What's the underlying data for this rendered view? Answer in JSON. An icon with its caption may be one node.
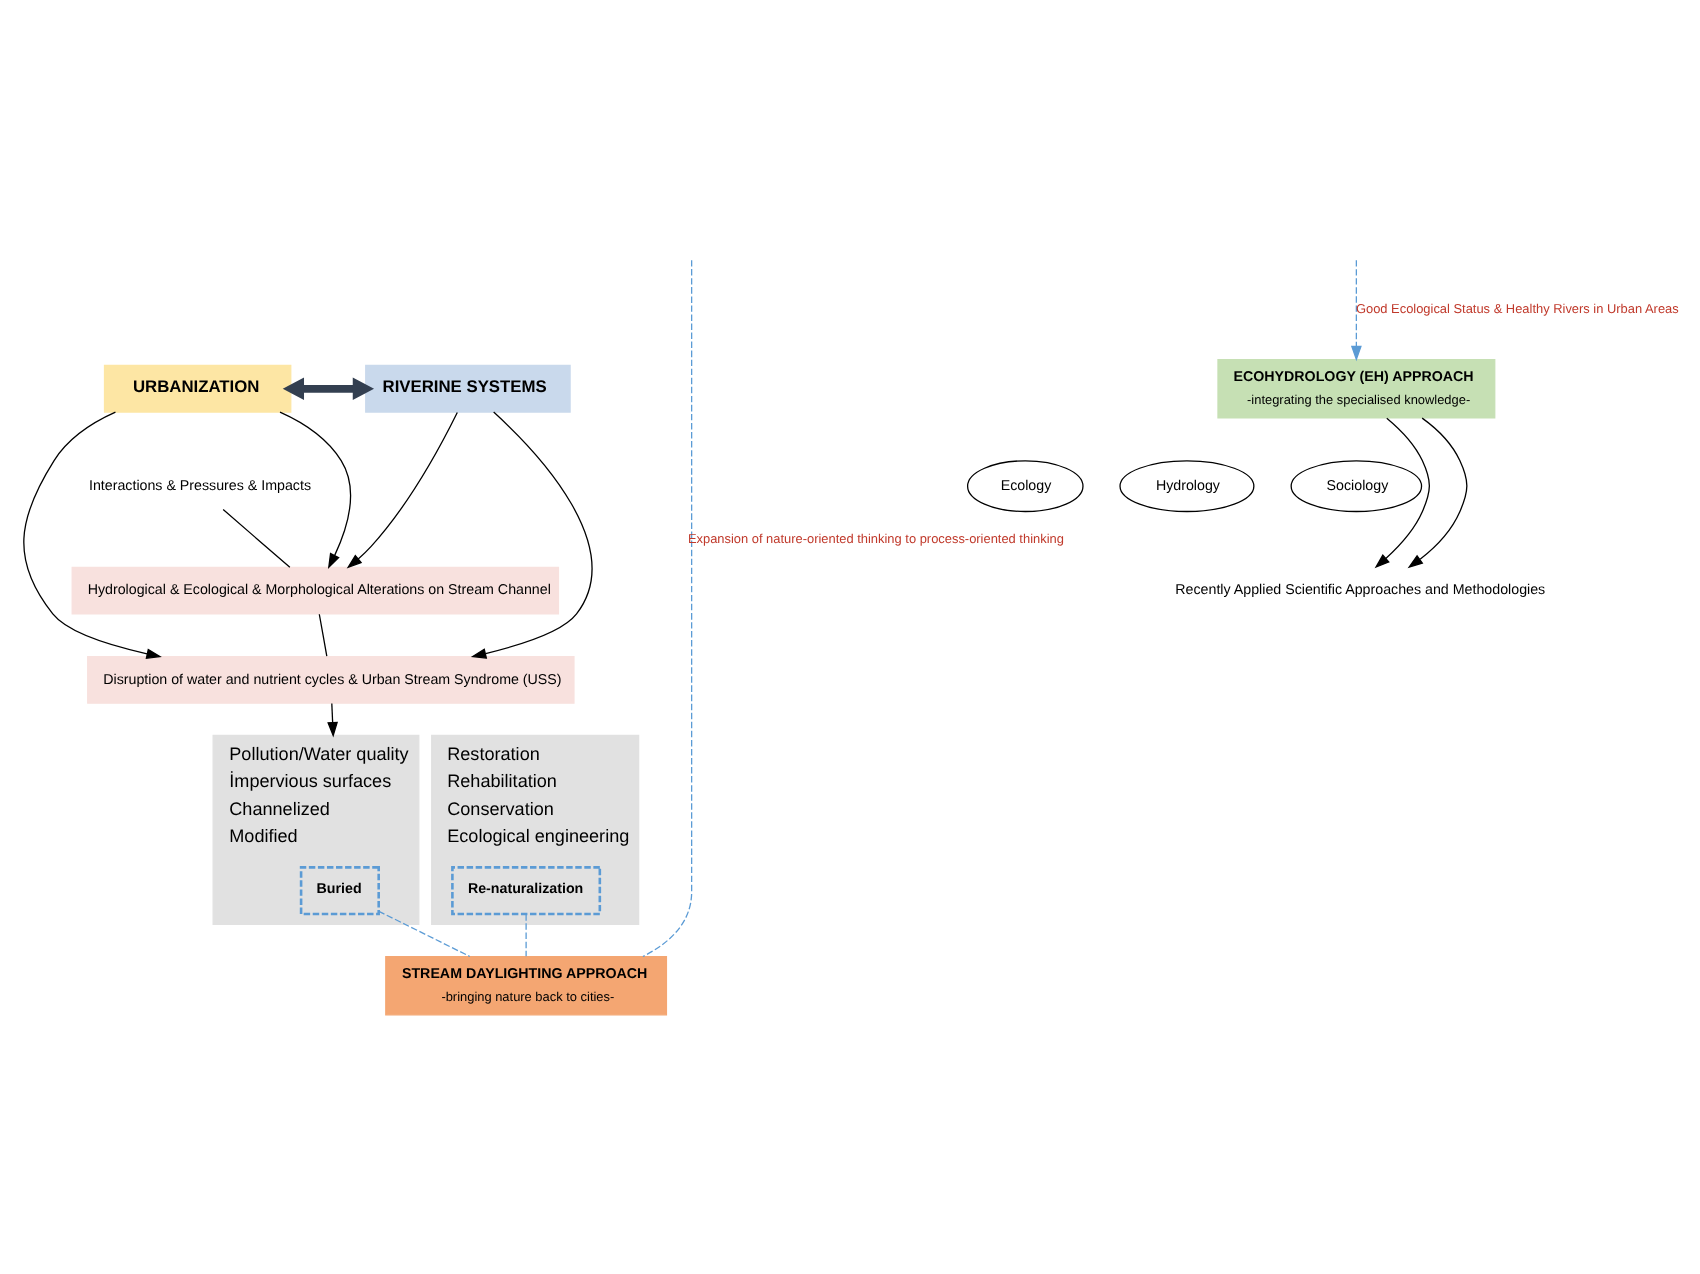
{
  "diagram": {
    "nodes": [
      {
        "text": [
          "URBANIZATION"
        ]
      },
      {
        "text": [
          "RIVERINE SYSTEMS"
        ]
      },
      {
        "text": [
          "Interactions & Pressures & Impacts"
        ]
      },
      {
        "text": [
          "Hydrological & Ecological & Morphological Alterations on Stream Channel"
        ]
      },
      {
        "text": [
          "Disruption of water and nutrient cycles & Urban Stream Syndrome (USS)"
        ]
      },
      {
        "text": [
          "Pollution/Water quality",
          "İmpervious surfaces",
          "Channelized",
          "Modified"
        ]
      },
      {
        "text": [
          "Buried"
        ],
        "in": 5
      },
      {
        "text": [
          "ECOHYDROLOGY (EH) APPROACH",
          "-integrating the specialised knowledge-"
        ]
      },
      {
        "text": [
          "Ecology"
        ]
      },
      {
        "text": [
          "Hydrology"
        ]
      },
      {
        "text": [
          "Sociology"
        ]
      },
      {
        "text": [
          "Recently Applied Scientific Approaches and Methodologies"
        ]
      },
      {
        "text": [
          "Restoration",
          "Rehabilitation",
          "Conservation",
          "Ecological engineering"
        ]
      },
      {
        "text": [
          "Re-naturalization"
        ],
        "in": 12
      },
      {
        "text": [
          "STREAM DAYLIGHTING APPROACH",
          "-bringing nature back to cities-"
        ]
      }
    ],
    "edges": [
      {
        "from": 0,
        "to": 1,
        "arrow": "both",
        "style": "thick",
        "color": "#333f50"
      },
      {
        "from": 0,
        "to": 3,
        "arrow": "to"
      },
      {
        "from": 0,
        "to": 4,
        "arrow": "to"
      },
      {
        "from": 1,
        "to": 3,
        "arrow": "to"
      },
      {
        "from": 1,
        "to": 4,
        "arrow": "to"
      },
      {
        "from": 2,
        "to": 3,
        "arrow": "none"
      },
      {
        "from": 3,
        "to": 4,
        "arrow": "none"
      },
      {
        "from": 4,
        "to": 5,
        "arrow": "to"
      },
      {
        "from": 7,
        "to": 11,
        "arrow": "to"
      },
      {
        "from": 7,
        "to": 11,
        "arrow": "to"
      },
      {
        "from": null,
        "to": 7,
        "arrow": "to",
        "style": "dashed",
        "color": "#5b9bd5",
        "label": "Good Ecological Status & Healthy Rivers in Urban Areas"
      },
      {
        "from": null,
        "to": 14,
        "arrow": "none",
        "style": "dashed",
        "color": "#5b9bd5",
        "label": "Expansion of nature-oriented thinking to process-oriented thinking"
      },
      {
        "from": 6,
        "to": 14,
        "arrow": "none",
        "style": "dashed",
        "color": "#5b9bd5"
      },
      {
        "from": 13,
        "to": 14,
        "arrow": "none",
        "style": "dashed",
        "color": "#5b9bd5"
      }
    ]
  }
}
